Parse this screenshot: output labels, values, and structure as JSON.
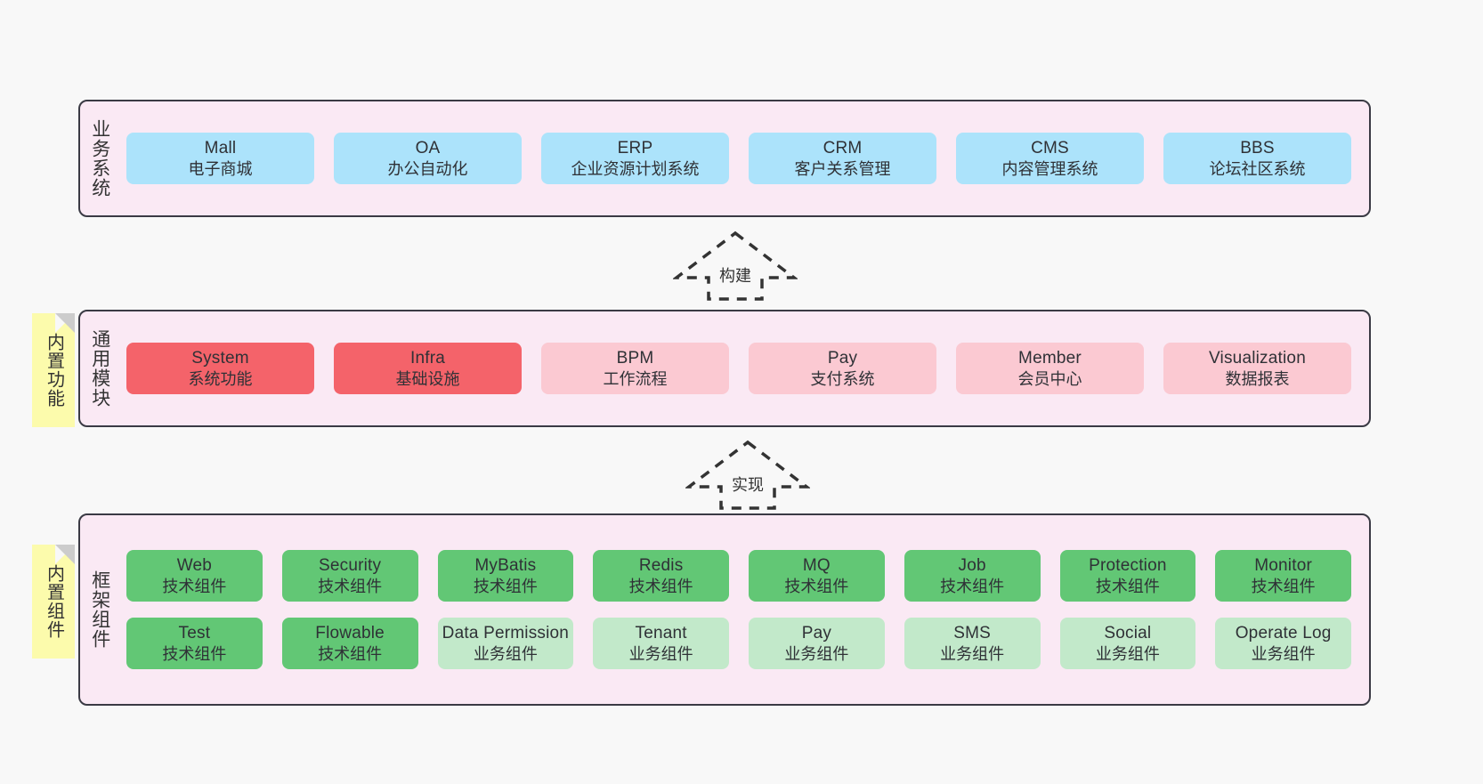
{
  "diagram": {
    "background": "#f8f8f8",
    "palette": {
      "layer_fill": "#fae9f4",
      "layer_border": "#3a3a44",
      "blue": "#ace3fb",
      "red": "#f4636a",
      "pink": "#fbc9d2",
      "green": "#62c775",
      "light_green": "#c2e9ca",
      "note_yellow": "#fcfbac",
      "note_fold": "#cccccc"
    }
  },
  "layers": [
    {
      "id": "business-systems",
      "title": "业务系统",
      "columns": 6,
      "nodes": [
        {
          "en": "Mall",
          "cn": "电子商城",
          "color": "blue"
        },
        {
          "en": "OA",
          "cn": "办公自动化",
          "color": "blue"
        },
        {
          "en": "ERP",
          "cn": "企业资源计划系统",
          "color": "blue"
        },
        {
          "en": "CRM",
          "cn": "客户关系管理",
          "color": "blue"
        },
        {
          "en": "CMS",
          "cn": "内容管理系统",
          "color": "blue"
        },
        {
          "en": "BBS",
          "cn": "论坛社区系统",
          "color": "blue"
        }
      ]
    },
    {
      "id": "common-modules",
      "title": "通用模块",
      "columns": 6,
      "note": "内置功能",
      "nodes": [
        {
          "en": "System",
          "cn": "系统功能",
          "color": "red"
        },
        {
          "en": "Infra",
          "cn": "基础设施",
          "color": "red"
        },
        {
          "en": "BPM",
          "cn": "工作流程",
          "color": "pink"
        },
        {
          "en": "Pay",
          "cn": "支付系统",
          "color": "pink"
        },
        {
          "en": "Member",
          "cn": "会员中心",
          "color": "pink"
        },
        {
          "en": "Visualization",
          "cn": "数据报表",
          "color": "pink"
        }
      ]
    },
    {
      "id": "framework-components",
      "title": "框架组件",
      "columns": 8,
      "note": "内置组件",
      "nodes": [
        {
          "en": "Web",
          "cn": "技术组件",
          "color": "green"
        },
        {
          "en": "Security",
          "cn": "技术组件",
          "color": "green"
        },
        {
          "en": "MyBatis",
          "cn": "技术组件",
          "color": "green"
        },
        {
          "en": "Redis",
          "cn": "技术组件",
          "color": "green"
        },
        {
          "en": "MQ",
          "cn": "技术组件",
          "color": "green"
        },
        {
          "en": "Job",
          "cn": "技术组件",
          "color": "green"
        },
        {
          "en": "Protection",
          "cn": "技术组件",
          "color": "green"
        },
        {
          "en": "Monitor",
          "cn": "技术组件",
          "color": "green"
        },
        {
          "en": "Test",
          "cn": "技术组件",
          "color": "green"
        },
        {
          "en": "Flowable",
          "cn": "技术组件",
          "color": "green"
        },
        {
          "en": "Data Permission",
          "cn": "业务组件",
          "color": "light_green"
        },
        {
          "en": "Tenant",
          "cn": "业务组件",
          "color": "light_green"
        },
        {
          "en": "Pay",
          "cn": "业务组件",
          "color": "light_green"
        },
        {
          "en": "SMS",
          "cn": "业务组件",
          "color": "light_green"
        },
        {
          "en": "Social",
          "cn": "业务组件",
          "color": "light_green"
        },
        {
          "en": "Operate Log",
          "cn": "业务组件",
          "color": "light_green"
        }
      ]
    }
  ],
  "arrows": [
    {
      "id": "arrow-build",
      "label": "构建",
      "direction": "up",
      "style": "dashed-block"
    },
    {
      "id": "arrow-implement",
      "label": "实现",
      "direction": "up",
      "style": "dashed-block"
    }
  ]
}
